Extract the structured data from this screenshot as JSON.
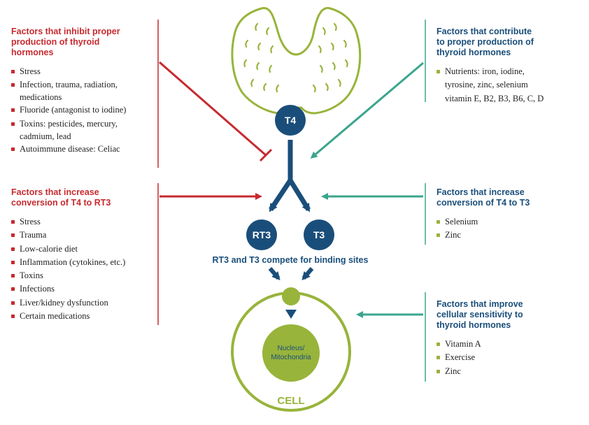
{
  "left_panels": [
    {
      "title": "Factors that inhibit proper\nproduction of thyroid\nhormones",
      "items": [
        "Stress",
        "Infection, trauma, radiation,\nmedications",
        "Fluoride (antagonist to iodine)",
        "Toxins: pesticides, mercury,\ncadmium, lead",
        "Autoimmune disease: Celiac"
      ]
    },
    {
      "title": "Factors that increase\nconversion of T4 to RT3",
      "items": [
        "Stress",
        "Trauma",
        "Low-calorie diet",
        "Inflammation (cytokines, etc.)",
        "Toxins",
        "Infections",
        "Liver/kidney dysfunction",
        "Certain medications"
      ]
    }
  ],
  "right_panels": [
    {
      "title": "Factors that contribute\nto proper production of\nthyroid hormones",
      "items": [
        "Nutrients: iron, iodine,\ntyrosine, zinc, selenium\nvitamin E, B2, B3, B6, C, D"
      ]
    },
    {
      "title": "Factors that increase\nconversion of T4 to T3",
      "items": [
        "Selenium",
        "Zinc"
      ]
    },
    {
      "title": "Factors that improve\ncellular sensitivity to\nthyroid hormones",
      "items": [
        "Vitamin A",
        "Exercise",
        "Zinc"
      ]
    }
  ],
  "center": {
    "t4_label": "T4",
    "rt3_label": "RT3",
    "t3_label": "T3",
    "compete_text": "RT3 and T3 compete for binding sites",
    "nucleus_label_1": "Nucleus/",
    "nucleus_label_2": "Mitochondria",
    "cell_label": "CELL"
  },
  "colors": {
    "red": "#c62a2f",
    "navy": "#1a4e7a",
    "teal": "#3aa58c",
    "green": "#98b43b"
  }
}
